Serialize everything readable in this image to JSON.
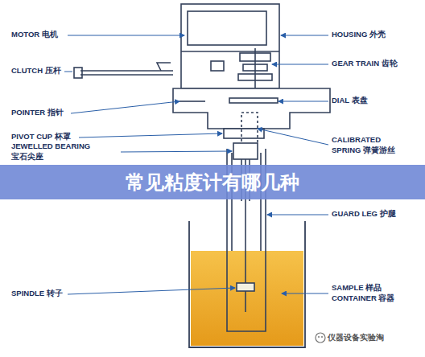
{
  "diagram": {
    "nodes": [
      {
        "text": [
          "常见粘度计有哪几种"
        ]
      }
    ],
    "labels": [
      "MOTOR 电机",
      "CLUTCH 压杆",
      "POINTER 指针",
      "PIVOT CUP 杯罩",
      "JEWELLED BEARING 宝石尖座",
      "SPINDLE 转子",
      "HOUSING 外壳",
      "GEAR TRAIN 齿轮",
      "DIAL 表盘",
      "CALIBRATED SPRING 弹簧游丝",
      "GUARD LEG 护腿",
      "SAMPLE 样品 CONTAINER 容器",
      "仪器设备实验淘"
    ]
  }
}
